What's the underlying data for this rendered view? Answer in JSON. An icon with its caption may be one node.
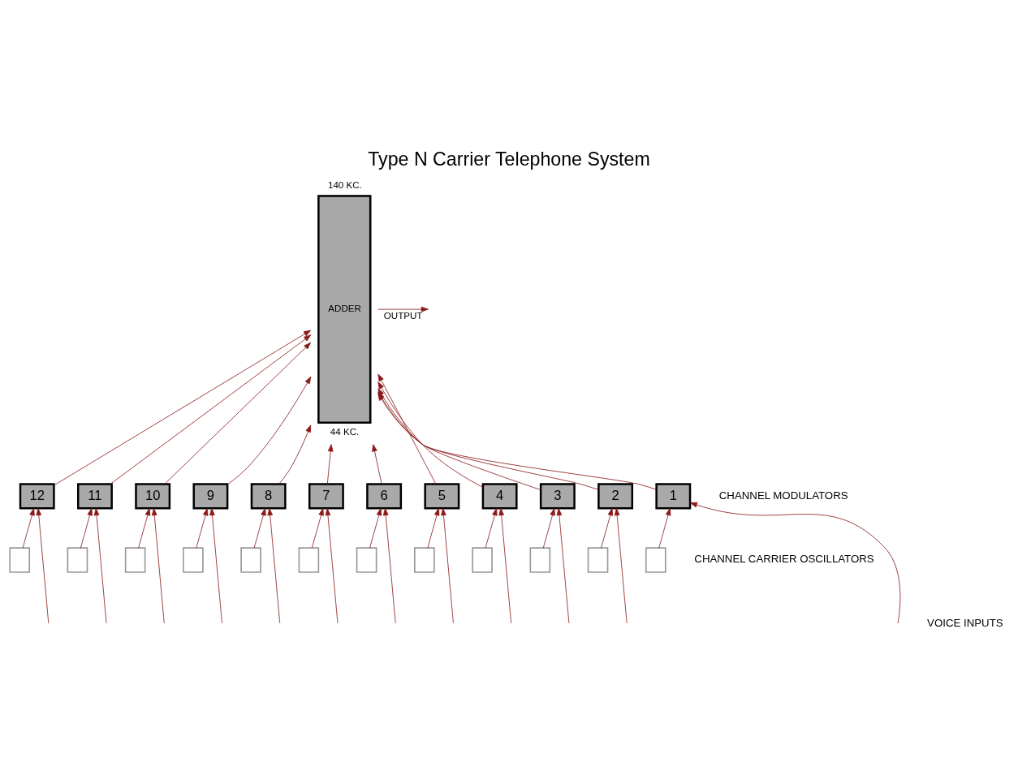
{
  "diagram": {
    "title": "Type N Carrier Telephone System",
    "nodes": [
      {
        "text": [
          "ADDER"
        ],
        "beside": [
          "140 KC.",
          "44 KC."
        ]
      },
      {
        "text": [
          "12"
        ]
      },
      {
        "text": [
          "11"
        ]
      },
      {
        "text": [
          "10"
        ]
      },
      {
        "text": [
          "9"
        ]
      },
      {
        "text": [
          "8"
        ]
      },
      {
        "text": [
          "7"
        ]
      },
      {
        "text": [
          "6"
        ]
      },
      {
        "text": [
          "5"
        ]
      },
      {
        "text": [
          "4"
        ]
      },
      {
        "text": [
          "3"
        ]
      },
      {
        "text": [
          "2"
        ]
      },
      {
        "text": [
          "1"
        ]
      },
      {
        "text": [],
        "shape": "box"
      },
      {
        "text": [],
        "shape": "box"
      },
      {
        "text": [],
        "shape": "box"
      },
      {
        "text": [],
        "shape": "box"
      },
      {
        "text": [],
        "shape": "box"
      },
      {
        "text": [],
        "shape": "box"
      },
      {
        "text": [],
        "shape": "box"
      },
      {
        "text": [],
        "shape": "box"
      },
      {
        "text": [],
        "shape": "box"
      },
      {
        "text": [],
        "shape": "box"
      },
      {
        "text": [],
        "shape": "box"
      },
      {
        "text": [],
        "shape": "box"
      }
    ],
    "edges": [
      {
        "from": 1,
        "to": 0,
        "arrow": "to"
      },
      {
        "from": 2,
        "to": 0,
        "arrow": "to"
      },
      {
        "from": 3,
        "to": 0,
        "arrow": "to"
      },
      {
        "from": 4,
        "to": 0,
        "arrow": "to"
      },
      {
        "from": 5,
        "to": 0,
        "arrow": "to"
      },
      {
        "from": 6,
        "to": 0,
        "arrow": "to"
      },
      {
        "from": 7,
        "to": 0,
        "arrow": "to"
      },
      {
        "from": 8,
        "to": 0,
        "arrow": "to"
      },
      {
        "from": 9,
        "to": 0,
        "arrow": "to"
      },
      {
        "from": 10,
        "to": 0,
        "arrow": "to"
      },
      {
        "from": 11,
        "to": 0,
        "arrow": "to"
      },
      {
        "from": 12,
        "to": 0,
        "arrow": "to"
      },
      {
        "from": 0,
        "to": null,
        "arrow": "to",
        "label": "OUTPUT"
      },
      {
        "from": 13,
        "to": 1,
        "arrow": "to"
      },
      {
        "from": null,
        "to": 1,
        "arrow": "to"
      },
      {
        "from": 14,
        "to": 2,
        "arrow": "to"
      },
      {
        "from": null,
        "to": 2,
        "arrow": "to"
      },
      {
        "from": 15,
        "to": 3,
        "arrow": "to"
      },
      {
        "from": null,
        "to": 3,
        "arrow": "to"
      },
      {
        "from": 16,
        "to": 4,
        "arrow": "to"
      },
      {
        "from": null,
        "to": 4,
        "arrow": "to"
      },
      {
        "from": 17,
        "to": 5,
        "arrow": "to"
      },
      {
        "from": null,
        "to": 5,
        "arrow": "to"
      },
      {
        "from": 18,
        "to": 6,
        "arrow": "to"
      },
      {
        "from": null,
        "to": 6,
        "arrow": "to"
      },
      {
        "from": 19,
        "to": 7,
        "arrow": "to"
      },
      {
        "from": null,
        "to": 7,
        "arrow": "to"
      },
      {
        "from": 20,
        "to": 8,
        "arrow": "to"
      },
      {
        "from": null,
        "to": 8,
        "arrow": "to"
      },
      {
        "from": 21,
        "to": 9,
        "arrow": "to"
      },
      {
        "from": null,
        "to": 9,
        "arrow": "to"
      },
      {
        "from": 22,
        "to": 10,
        "arrow": "to"
      },
      {
        "from": null,
        "to": 10,
        "arrow": "to"
      },
      {
        "from": 23,
        "to": 11,
        "arrow": "to"
      },
      {
        "from": null,
        "to": 11,
        "arrow": "to"
      },
      {
        "from": 24,
        "to": 12,
        "arrow": "to"
      },
      {
        "from": null,
        "to": 12,
        "arrow": "to"
      }
    ],
    "labels": [
      "CHANNEL MODULATORS",
      "CHANNEL CARRIER OSCILLATORS",
      "VOICE INPUTS"
    ]
  }
}
